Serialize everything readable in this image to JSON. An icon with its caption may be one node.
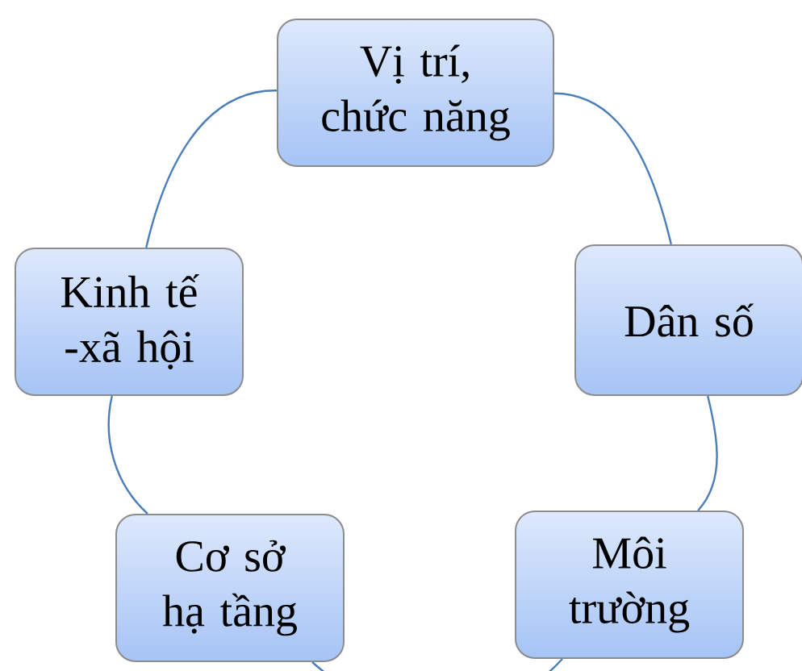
{
  "diagram": {
    "nodes": [
      {
        "text": [
          "Vị trí, chức năng"
        ]
      },
      {
        "text": [
          "Dân số"
        ]
      },
      {
        "text": [
          "Môi trường"
        ]
      },
      {
        "text": [
          "Cơ sở hạ tầng"
        ]
      },
      {
        "text": [
          "Kinh tế -xã hội"
        ]
      }
    ],
    "edges": [
      {
        "from": 0,
        "to": 1,
        "arrow": "none"
      },
      {
        "from": 1,
        "to": 2,
        "arrow": "none"
      },
      {
        "from": 2,
        "to": 3,
        "arrow": "none"
      },
      {
        "from": 3,
        "to": 4,
        "arrow": "none"
      },
      {
        "from": 4,
        "to": 0,
        "arrow": "none"
      }
    ]
  }
}
